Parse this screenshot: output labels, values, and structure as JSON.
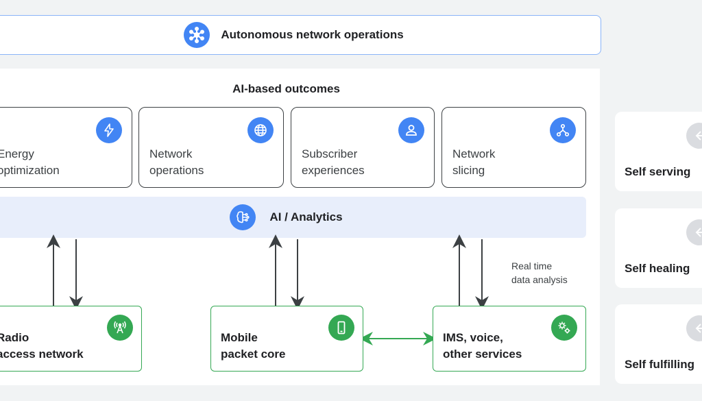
{
  "banner": {
    "title": "Autonomous network operations",
    "icon": "hub-icon"
  },
  "outcomes": {
    "title": "AI-based outcomes",
    "cards": [
      {
        "label": "Energy\noptimization",
        "icon": "bolt-icon"
      },
      {
        "label": "Network\noperations",
        "icon": "globe-icon"
      },
      {
        "label": "Subscriber\nexperiences",
        "icon": "person-icon"
      },
      {
        "label": "Network\nslicing",
        "icon": "branch-icon"
      }
    ]
  },
  "analytics": {
    "title": "AI / Analytics",
    "icon": "ai-chip-icon"
  },
  "infrastructure": {
    "cards": [
      {
        "label": "Radio\naccess network",
        "icon": "antenna-icon"
      },
      {
        "label": "Mobile\npacket core",
        "icon": "phone-icon"
      },
      {
        "label": "IMS, voice,\nother services",
        "icon": "gears-icon"
      }
    ],
    "flow_label": "Real time\ndata analysis"
  },
  "side_cards": [
    {
      "label": "Self serving",
      "icon": "arrow-left-icon"
    },
    {
      "label": "Self healing",
      "icon": "arrow-left-icon"
    },
    {
      "label": "Self fulfilling",
      "icon": "arrow-left-icon"
    }
  ],
  "colors": {
    "accent_blue": "#4285f4",
    "accent_green": "#34a853",
    "banner_border": "#8ab4f8",
    "analytics_band": "#e8eefb",
    "background": "#f1f3f4"
  }
}
